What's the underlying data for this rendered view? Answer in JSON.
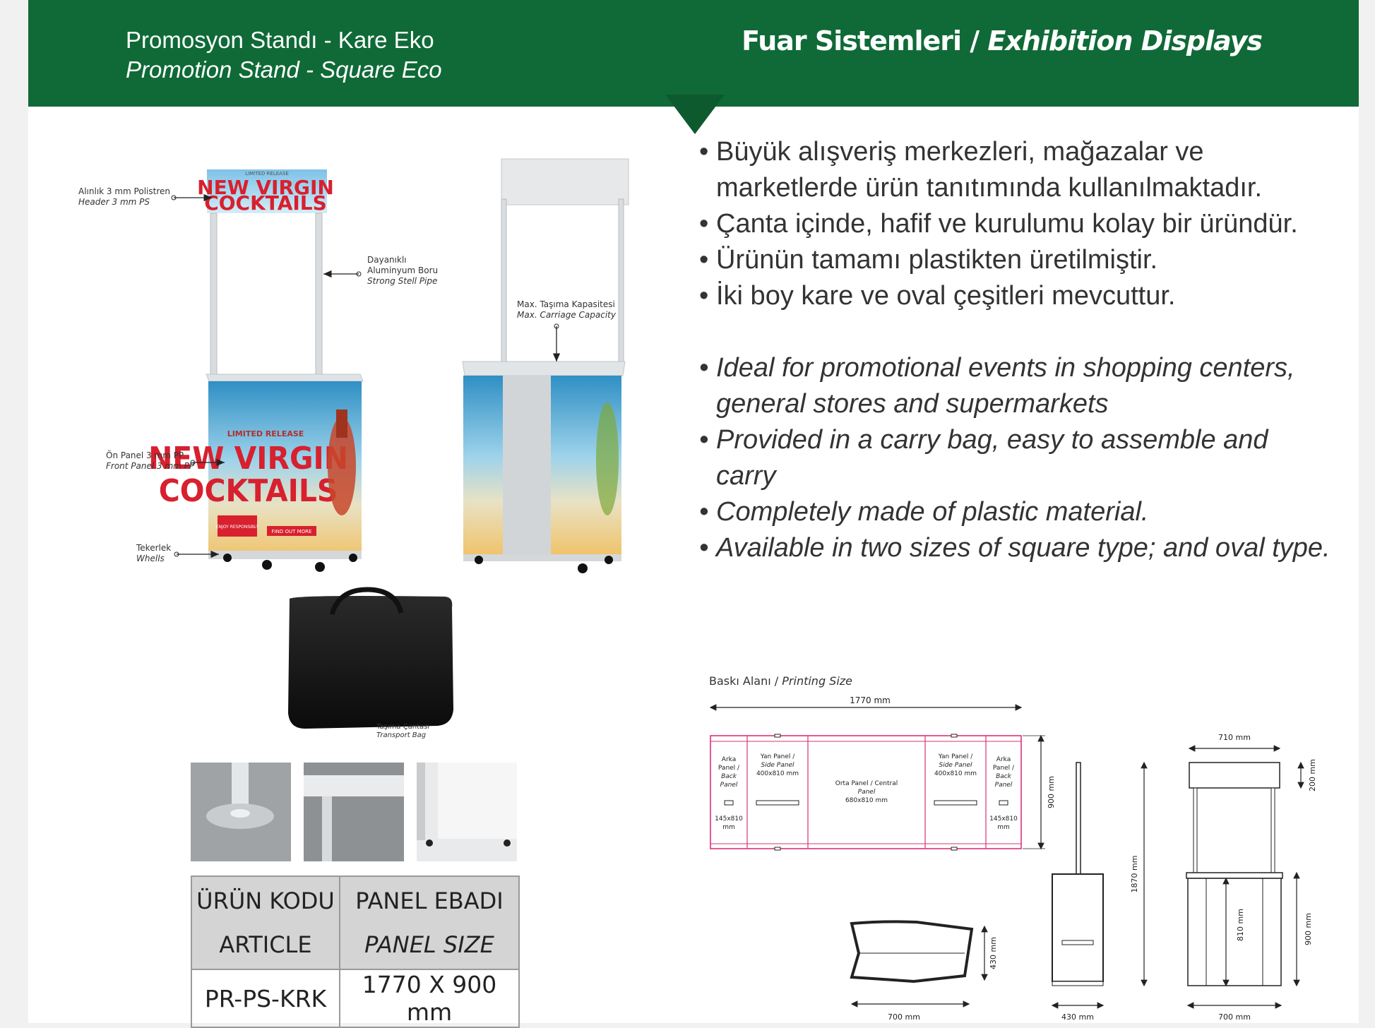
{
  "header": {
    "title_tr": "Promosyon Standı - Kare Eko",
    "title_en": "Promotion Stand - Square Eco",
    "category_tr": "Fuar Sistemleri /",
    "category_en": "Exhibition Displays"
  },
  "features_tr": [
    "Büyük alışveriş merkezleri, mağazalar ve marketlerde ürün tanıtımında kullanılmaktadır.",
    "Çanta içinde, hafif ve kurulumu kolay bir üründür.",
    "Ürünün tamamı plastikten üretilmiştir.",
    "İki boy kare ve oval çeşitleri mevcuttur."
  ],
  "features_en": [
    "Ideal for promotional events in shopping  centers, general stores and supermarkets",
    "Provided in a carry bag, easy to assemble and carry",
    "Completely made of plastic material.",
    "Available in two sizes of square type; and oval type."
  ],
  "product_labels": {
    "header_tr": "Alınlık 3 mm Polistren",
    "header_en": "Header 3 mm PS",
    "pipe_tr1": "Dayanıklı",
    "pipe_tr2": "Aluminyum Boru",
    "pipe_en": "Strong Stell Pipe",
    "front_tr": "Ön Panel 3 mm PP",
    "front_en": "Front Panel 3 mm PP",
    "wheels_tr": "Tekerlek",
    "wheels_en": "Whells",
    "capacity_tr": "Max. Taşıma Kapasitesi",
    "capacity_en": "Max. Carriage Capacity",
    "bag_tr": "Taşıma Çantası",
    "bag_en": "Transport Bag"
  },
  "graphic_text": {
    "limited": "LIMITED RELEASE",
    "line1": "NEW VIRGIN",
    "line2": "COCKTAILS",
    "enjoy": "ENJOY RESPONSIBLY",
    "find": "FIND OUT MORE"
  },
  "spec_table": {
    "col1_tr": "ÜRÜN KODU",
    "col1_en": "ARTICLE",
    "col2_tr": "PANEL EBADI",
    "col2_en": "PANEL SIZE",
    "code": "PR-PS-KRK",
    "size": "1770 X 900 mm"
  },
  "printing": {
    "title_tr": "Baskı Alanı /",
    "title_en": "Printing Size",
    "total_width": "1770 mm",
    "height": "900 mm",
    "back_l1": "Arka",
    "back_l2": "Panel /",
    "back_l3": "Back",
    "back_l4": "Panel",
    "back_size1": "145x810",
    "back_size2": "mm",
    "side_l1": "Yan Panel /",
    "side_l2": "Side Panel",
    "side_size": "400x810 mm",
    "center_l1": "Orta Panel / Central",
    "center_l2": "Panel",
    "center_size": "680x810 mm"
  },
  "dimensions": {
    "top_w": "700 mm",
    "top_d": "430 mm",
    "side_h": "1870 mm",
    "side_d": "430 mm",
    "front_w_top": "710 mm",
    "header_h": "200 mm",
    "panel_h": "810 mm",
    "counter_h": "900 mm",
    "front_w": "700 mm"
  }
}
